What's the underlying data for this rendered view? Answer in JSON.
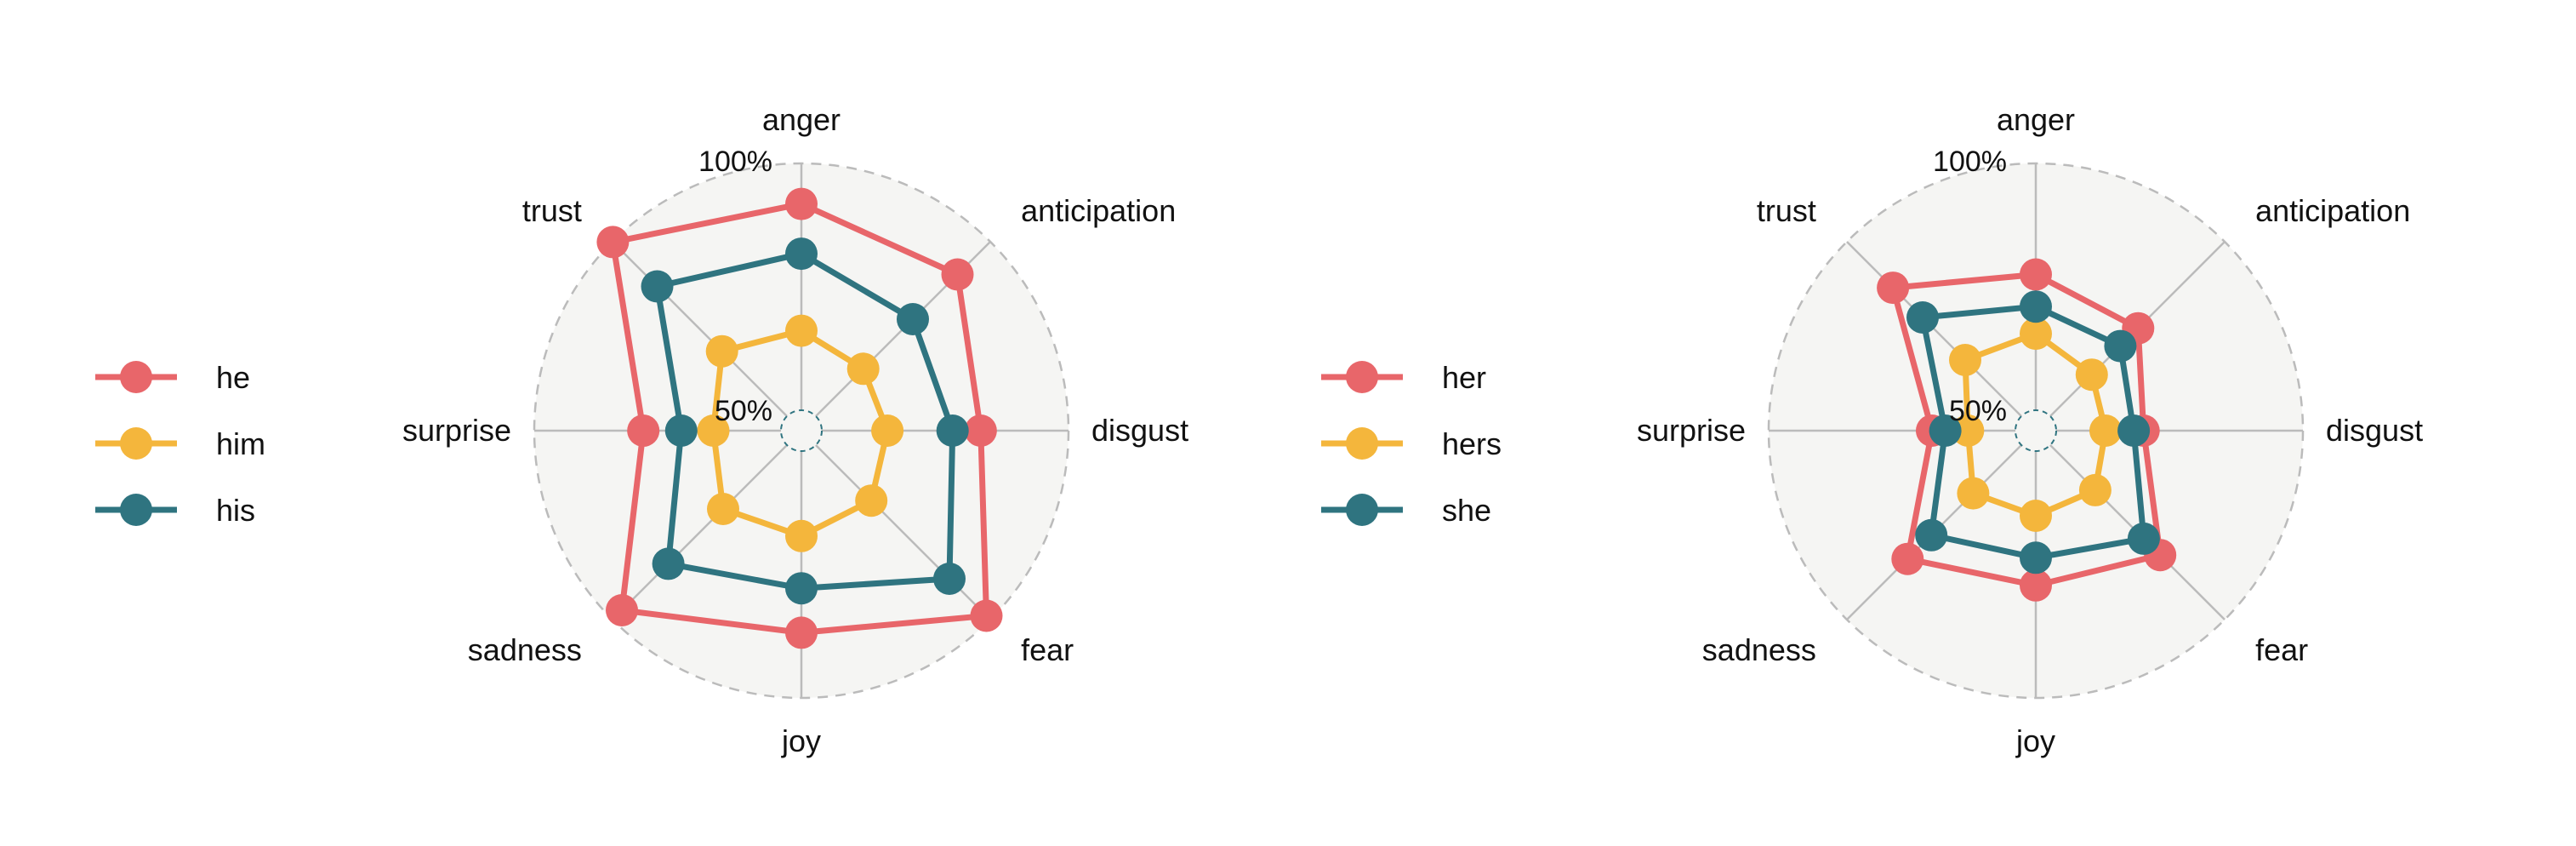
{
  "colors": {
    "series_1": "#e8666a",
    "series_2": "#f4b63c",
    "series_3": "#2f7480",
    "panel_bg": "#f5f5f3",
    "grid": "#bbbbbb",
    "outer_ring": "#bbbbbb",
    "inner_ring": "#2f7480"
  },
  "chart_data": [
    {
      "type": "radar",
      "axes": [
        "anger",
        "anticipation",
        "disgust",
        "fear",
        "joy",
        "sadness",
        "surprise",
        "trust"
      ],
      "rlim": [
        0.5,
        1.0
      ],
      "ring_labels": [
        "50%",
        "100%"
      ],
      "grid": true,
      "legend_position": "left",
      "series": [
        {
          "name": "he",
          "values": [
            0.918,
            0.906,
            0.822,
            0.989,
            0.868,
            0.973,
            0.779,
            0.999
          ]
        },
        {
          "name": "him",
          "values": [
            0.661,
            0.636,
            0.633,
            0.659,
            0.672,
            0.683,
            0.637,
            0.686
          ]
        },
        {
          "name": "his",
          "values": [
            0.817,
            0.778,
            0.765,
            0.883,
            0.778,
            0.84,
            0.702,
            0.872
          ]
        }
      ]
    },
    {
      "type": "radar",
      "axes": [
        "anger",
        "anticipation",
        "disgust",
        "fear",
        "joy",
        "sadness",
        "surprise",
        "trust"
      ],
      "rlim": [
        0.5,
        1.0
      ],
      "ring_labels": [
        "50%",
        "100%"
      ],
      "grid": true,
      "legend_position": "left",
      "series": [
        {
          "name": "her",
          "values": [
            0.775,
            0.752,
            0.677,
            0.815,
            0.772,
            0.826,
            0.669,
            0.868
          ]
        },
        {
          "name": "hers",
          "values": [
            0.655,
            0.619,
            0.6,
            0.629,
            0.631,
            0.638,
            0.596,
            0.661
          ]
        },
        {
          "name": "she",
          "values": [
            0.71,
            0.701,
            0.657,
            0.768,
            0.716,
            0.758,
            0.642,
            0.783
          ]
        }
      ]
    }
  ]
}
